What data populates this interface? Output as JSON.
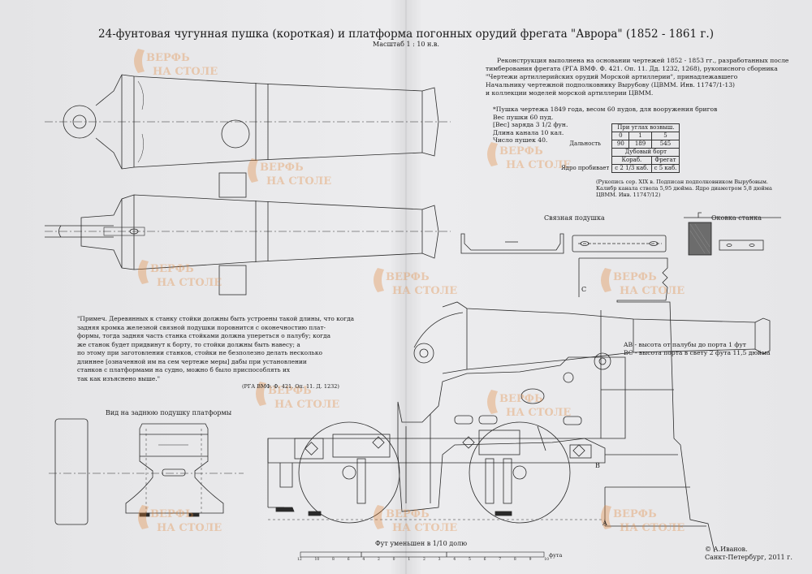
{
  "header": {
    "title": "24-фунтовая чугунная пушка (короткая) и платформа погонных орудий фрегата \"Аврора\" (1852 - 1861 г.)",
    "scale": "Масштаб 1 : 10 н.в."
  },
  "reconstruction_note": [
    "Реконструкция выполнена на основании чертежей 1852 - 1853 гг., разработанных после",
    "тимберования фрегата (РГА ВМФ. Ф. 421. Оп. 11. Дд. 1232, 1268), рукописного сборника",
    "\"Чертежи артиллерийских орудий Морской артиллерии\", принадлежавшего",
    "Начальнику чертежной подполковнику Вырубову (ЦВММ. Инв. 11747/1-13)",
    "и коллекции моделей морской артиллерии ЦВММ."
  ],
  "gun_specs": [
    "*Пушка чертежа 1849 года, весом 60 пудов, для вооружения бригов",
    "Вес пушки 60 пуд.",
    "[Вес] заряда 3 1/2 фун.",
    "Длина канала 10 кал.",
    "Число пушек 40."
  ],
  "range_table": {
    "header": "При углах возвыш.",
    "angles": [
      "0",
      "1",
      "5"
    ],
    "range_label": "Дальность",
    "ranges": [
      "90",
      "189",
      "545"
    ],
    "hull_header": "Дубовый борт",
    "hull_cols": [
      "Кораб.",
      "Фрегат"
    ],
    "pierce_label": "Ядро пробивает",
    "pierce_values": [
      "с 2 1/3 каб.",
      "с 5 каб."
    ]
  },
  "manuscript_note": [
    "(Рукопись сер. XIX в. Подписан подполковником Вырубовым.",
    "Калибр канала ствола 5,95 дюйма. Ядро диаметром 5,8 дюйма",
    "ЦВММ. Инв. 11747/12)"
  ],
  "labels": {
    "link_cushion": "Связная подушка",
    "carriage_fitting": "Оковка станка",
    "rear_view": "Вид на заднюю подушку платформы",
    "point_a": "A",
    "point_b": "B",
    "point_c": "C",
    "ab_note": "AB - высота от палубы до порта 1 фут",
    "bc_note": "BC - высота порта в свету 2 фута 11,5 дюйма"
  },
  "remark": [
    "\"Примеч. Деревянных к станку стойки должны быть устроены такой длины, что когда",
    "задняя кромка железной связной подушки поровнится с оконечностию плат-",
    "формы, тогда задняя часть станка стойками должна упереться о палубу; когда",
    "же станок будет придвинут к борту, то стойки должны быть навесу; а",
    "по этому при заготовлении станков, стойки не безполезно делать несколько",
    "длиннее [означенной им на сем чертеже меры] дабы при установлении",
    "станков с платформами на судно, можно б было приспособлять их",
    "так как изъяснено выше.\""
  ],
  "remark_source": "(РГА ВМФ. Ф. 421. Оп. 11. Д. 1232)",
  "scale_bar": {
    "caption": "Фут уменьшен в 1/10 долю",
    "unit": "фута",
    "ticks": [
      "12",
      "10",
      "8",
      "6",
      "4",
      "2",
      "0",
      "1",
      "2",
      "3",
      "4",
      "5",
      "6",
      "7",
      "8",
      "9",
      "10"
    ]
  },
  "signature": {
    "author": "© А.Иванов.",
    "place_year": "Санкт-Петербург, 2011 г."
  },
  "watermark": {
    "line1": "ВЕРФЬ",
    "line2": "НА СТОЛЕ"
  },
  "colors": {
    "paper": "#e7e7e9",
    "ink": "#1a1a1a",
    "watermark": "#e2863a"
  }
}
